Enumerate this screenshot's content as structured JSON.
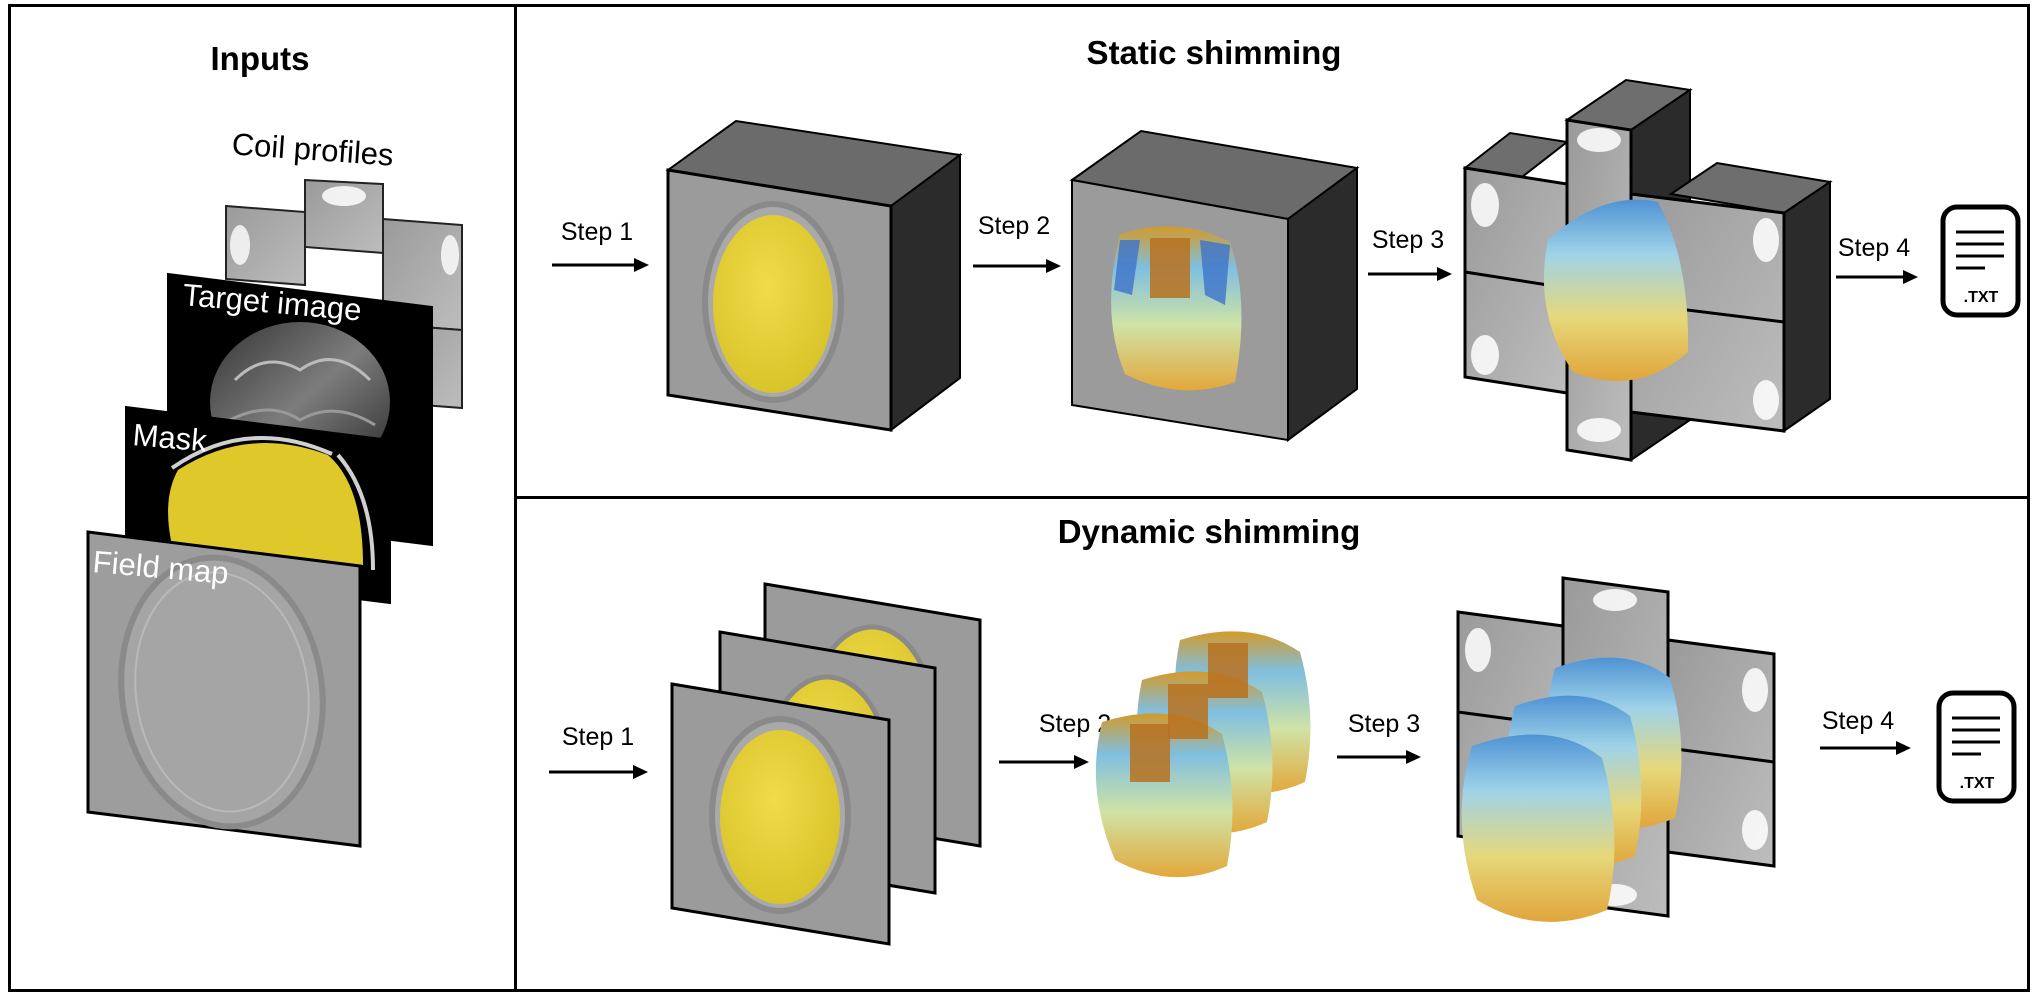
{
  "inputs": {
    "title": "Inputs",
    "layers": {
      "coil": "Coil profiles",
      "target": "Target image",
      "mask": "Mask",
      "field": "Field map"
    }
  },
  "static_shimming": {
    "title": "Static shimming",
    "steps": [
      "Step 1",
      "Step 2",
      "Step 3",
      "Step 4"
    ],
    "output_file": ".TXT"
  },
  "dynamic_shimming": {
    "title": "Dynamic shimming",
    "steps": [
      "Step 1",
      "Step 2",
      "Step 3",
      "Step 4"
    ],
    "output_file": ".TXT"
  },
  "colors": {
    "mask_yellow": "#e6cf2a",
    "field_gray": "#9b9b9b",
    "box_side": "#2a2a2a",
    "box_top": "#6e6e6e"
  }
}
